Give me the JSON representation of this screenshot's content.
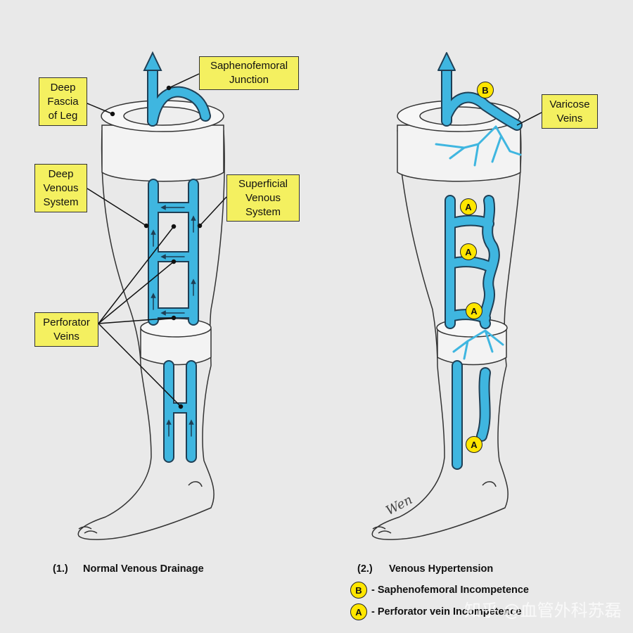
{
  "labels": {
    "deep_fascia": "Deep\nFascia\nof Leg",
    "saphenofemoral_junction": "Saphenofemoral\nJunction",
    "deep_venous_system": "Deep\nVenous\nSystem",
    "superficial_venous_system": "Superficial\nVenous\nSystem",
    "perforator_veins": "Perforator\nVeins",
    "varicose_veins": "Varicose\nVeins"
  },
  "badges": {
    "b": "B",
    "a": "A"
  },
  "captions": {
    "fig1_number": "(1.)",
    "fig1_title": "Normal Venous Drainage",
    "fig2_number": "(2.)",
    "fig2_title": "Venous Hypertension",
    "legend_b": "- Saphenofemoral Incompetence",
    "legend_a": "- Perforator vein Incompetence"
  },
  "watermark": "知乎 @血管外科苏磊",
  "signature": "Wen",
  "colors": {
    "background": "#e9e9e9",
    "vein": "#3fb6e0",
    "vein_outline": "#1f3f55",
    "label_bg": "#f4f060",
    "badge_bg": "#ffe600"
  }
}
